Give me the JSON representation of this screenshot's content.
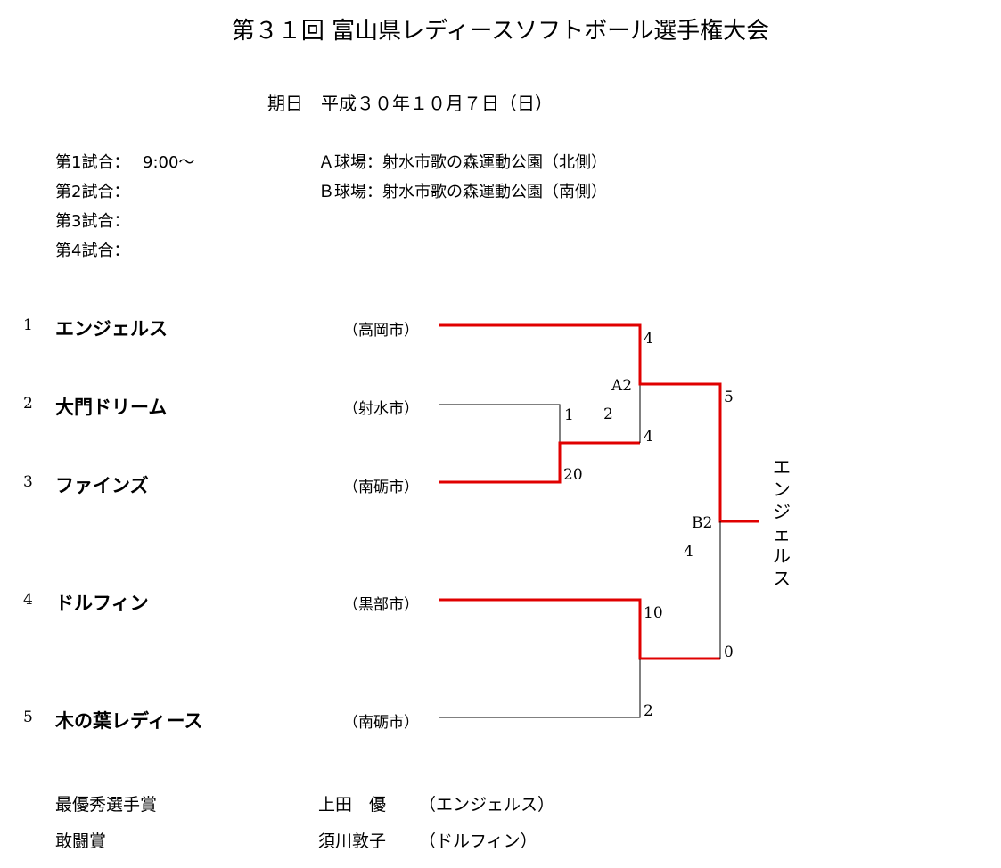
{
  "title": "第３１回 富山県レディースソフトボール選手権大会",
  "date": "期日　平成３０年１０月７日（日）",
  "schedule": [
    {
      "label": "第1試合：",
      "time": "9:00～"
    },
    {
      "label": "第2試合：",
      "time": ""
    },
    {
      "label": "第3試合：",
      "time": ""
    },
    {
      "label": "第4試合：",
      "time": ""
    }
  ],
  "venues": [
    "Ａ球場：射水市歌の森運動公園（北側）",
    "Ｂ球場：射水市歌の森運動公園（南側）"
  ],
  "teams": [
    {
      "seed": "1",
      "name": "エンジェルス",
      "city": "（高岡市）"
    },
    {
      "seed": "2",
      "name": "大門ドリーム",
      "city": "（射水市）"
    },
    {
      "seed": "3",
      "name": "ファインズ",
      "city": "（南砺市）"
    },
    {
      "seed": "4",
      "name": "ドルフィン",
      "city": "（黒部市）"
    },
    {
      "seed": "5",
      "name": "木の葉レディース",
      "city": "（南砺市）"
    }
  ],
  "matches": {
    "m1": {
      "number": "1",
      "score_top": "",
      "score_bottom": "20"
    },
    "m2": {
      "number": "2",
      "code": "A2",
      "score_top": "4",
      "score_bottom": "4"
    },
    "m3": {
      "number": "",
      "score_top": "10",
      "score_bottom": "2"
    },
    "m4": {
      "number": "4",
      "code": "B2",
      "score_top": "5",
      "score_bottom": "0"
    }
  },
  "champion": "エンジェルス",
  "awards": [
    {
      "label": "最優秀選手賞",
      "player": "上田　優",
      "team": "（エンジェルス）"
    },
    {
      "label": "敢闘賞",
      "player": "須川敦子",
      "team": "（ドルフィン）"
    }
  ],
  "colors": {
    "winner_line": "#e00000",
    "line": "#000000"
  }
}
